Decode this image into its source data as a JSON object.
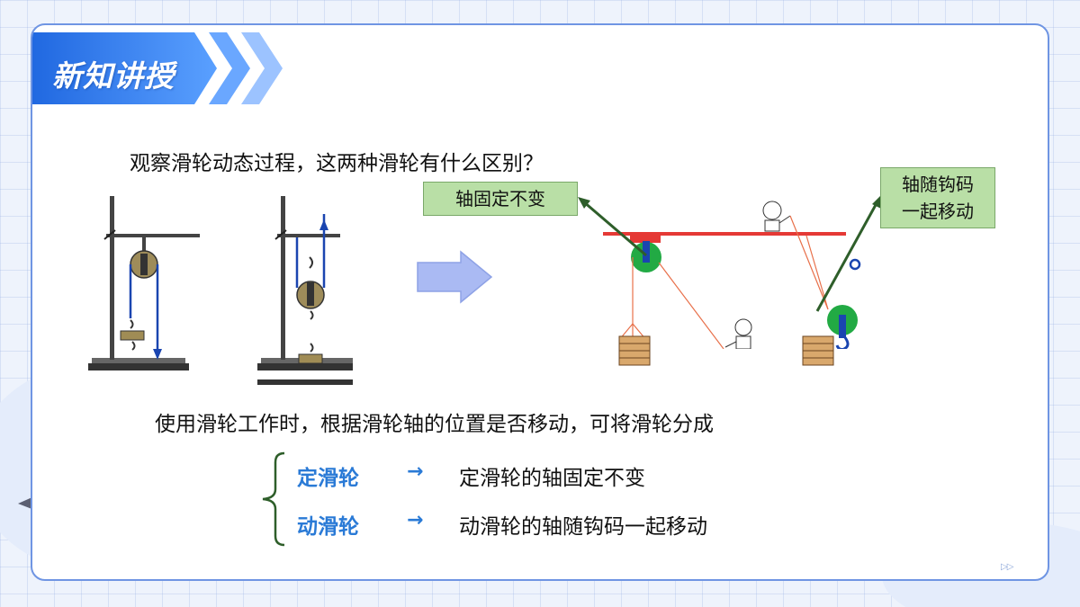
{
  "header": {
    "title": "新知讲授"
  },
  "question": "观察滑轮动态过程，这两种滑轮有什么区别？",
  "labels": {
    "fixed_axis": "轴固定不变",
    "moving_axis_line1": "轴随钩码",
    "moving_axis_line2": "一起移动"
  },
  "statement": "使用滑轮工作时，根据滑轮轴的位置是否移动，可将滑轮分成",
  "classification": [
    {
      "term": "定滑轮",
      "arrow": "→",
      "description": "定滑轮的轴固定不变"
    },
    {
      "term": "动滑轮",
      "arrow": "→",
      "description": "动滑轮的轴随钩码一起移动"
    }
  ],
  "nav": {
    "next_icon": "▷▷"
  },
  "colors": {
    "accent_blue": "#2a7ad6",
    "pulley_green": "#22aa44",
    "label_green": "#b9dfa6",
    "beam_red": "#e53935",
    "rope_orange": "#e8704a"
  }
}
